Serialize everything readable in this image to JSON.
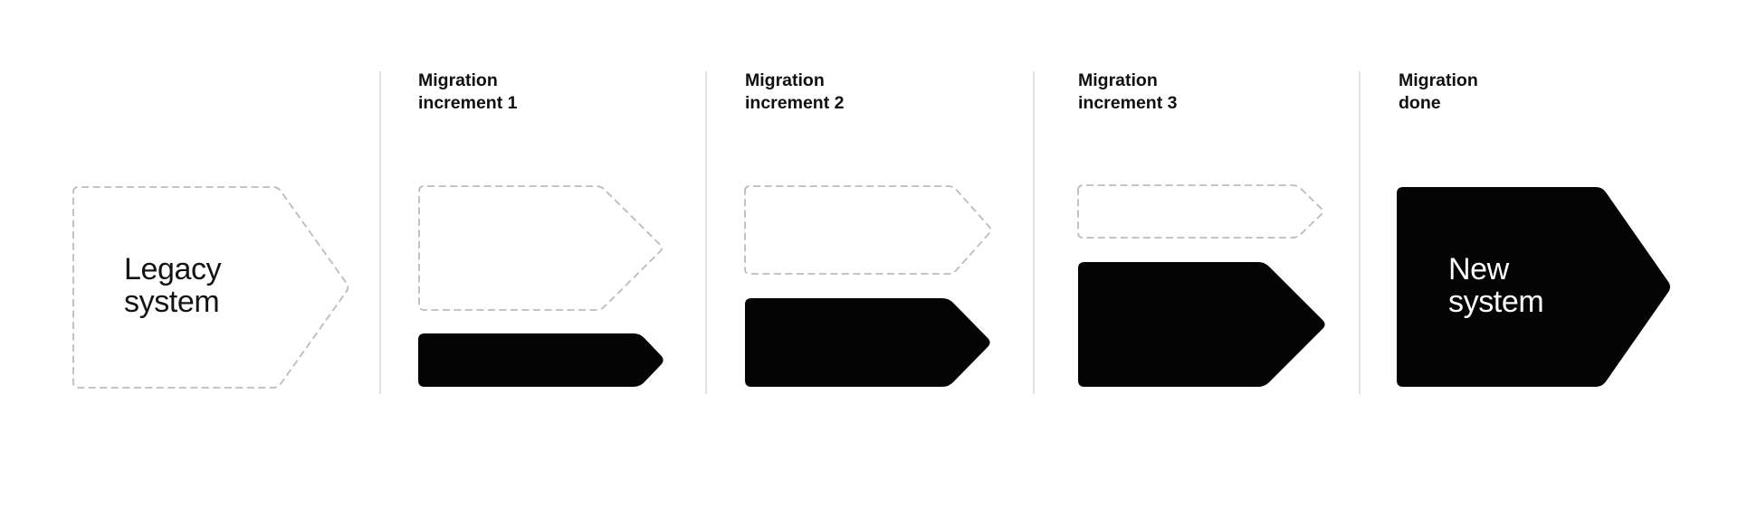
{
  "diagram": {
    "colors": {
      "background": "#ffffff",
      "solid_fill": "#040404",
      "dashed_stroke": "#bcbcbc",
      "divider": "#e1e1e1",
      "label_dark": "#141414",
      "label_light": "#ffffff"
    },
    "columns": [
      {
        "name": "legacy-system",
        "header": "",
        "label": "Legacy\nsystem",
        "shape_kinds": [
          "dashed-outline-arrow"
        ]
      },
      {
        "name": "migration-increment-1",
        "header": "Migration\nincrement 1",
        "label": "",
        "shape_kinds": [
          "dashed-outline-arrow",
          "solid-arrow"
        ]
      },
      {
        "name": "migration-increment-2",
        "header": "Migration\nincrement 2",
        "label": "",
        "shape_kinds": [
          "dashed-outline-arrow",
          "solid-arrow"
        ]
      },
      {
        "name": "migration-increment-3",
        "header": "Migration\nincrement 3",
        "label": "",
        "shape_kinds": [
          "dashed-outline-arrow",
          "solid-arrow"
        ]
      },
      {
        "name": "migration-done",
        "header": "Migration\ndone",
        "label": "New\nsystem",
        "shape_kinds": [
          "solid-arrow"
        ]
      }
    ]
  }
}
